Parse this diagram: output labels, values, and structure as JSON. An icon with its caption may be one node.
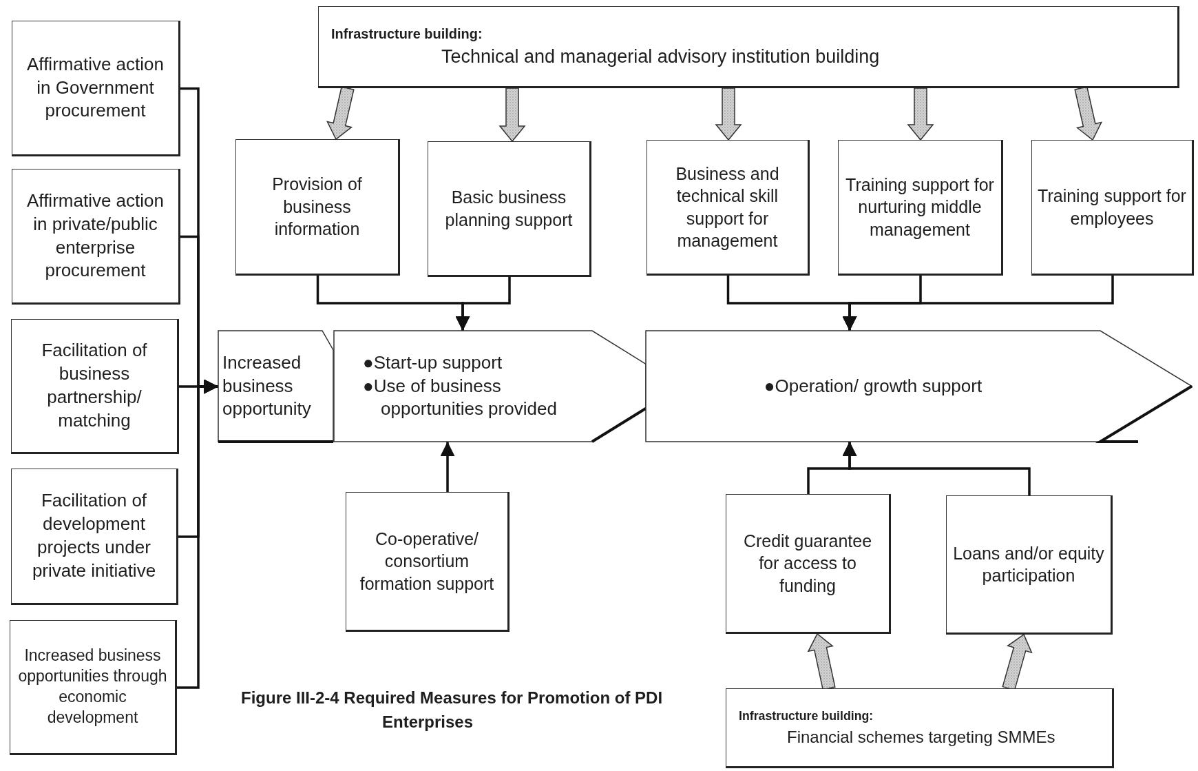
{
  "diagram": {
    "caption": "Figure III-2-4 Required Measures for Promotion of PDI Enterprises",
    "nodes": [
      {
        "text": [
          "Infrastructure building:",
          "Technical and managerial advisory institution building"
        ]
      },
      {
        "text": [
          "Provision of business information"
        ]
      },
      {
        "text": [
          "Basic business planning support"
        ]
      },
      {
        "text": [
          "Business and technical skill support for management"
        ]
      },
      {
        "text": [
          "Training support for nurturing middle management"
        ]
      },
      {
        "text": [
          "Training support for employees"
        ]
      },
      {
        "text": [
          "Affirmative action in Government procurement"
        ]
      },
      {
        "text": [
          "Affirmative action in private/public enterprise procurement"
        ]
      },
      {
        "text": [
          "Facilitation of business partnership/ matching"
        ]
      },
      {
        "text": [
          "Facilitation of development projects under private initiative"
        ]
      },
      {
        "text": [
          "Increased business opportunities through economic development"
        ]
      },
      {
        "text": [
          "Increased business opportunity"
        ]
      },
      {
        "text": [
          "●Start-up support",
          "●Use of business opportunities provided"
        ]
      },
      {
        "text": [
          "●Operation/ growth support"
        ]
      },
      {
        "text": [
          "Co-operative/ consortium formation support"
        ]
      },
      {
        "text": [
          "Credit guarantee for access to funding"
        ]
      },
      {
        "text": [
          "Loans and/or equity participation"
        ]
      },
      {
        "text": [
          "Infrastructure building:",
          "Financial schemes targeting SMMEs"
        ]
      }
    ],
    "edges": [
      {
        "from": 0,
        "to": 1,
        "arrow": "to",
        "style": "thick"
      },
      {
        "from": 0,
        "to": 2,
        "arrow": "to",
        "style": "thick"
      },
      {
        "from": 0,
        "to": 3,
        "arrow": "to",
        "style": "thick"
      },
      {
        "from": 0,
        "to": 4,
        "arrow": "to",
        "style": "thick"
      },
      {
        "from": 0,
        "to": 5,
        "arrow": "to",
        "style": "thick"
      },
      {
        "from": 1,
        "to": 12,
        "arrow": "to"
      },
      {
        "from": 2,
        "to": 12,
        "arrow": "to"
      },
      {
        "from": 3,
        "to": 13,
        "arrow": "to"
      },
      {
        "from": 4,
        "to": 13,
        "arrow": "to"
      },
      {
        "from": 5,
        "to": 13,
        "arrow": "to"
      },
      {
        "from": 6,
        "to": 11,
        "arrow": "to"
      },
      {
        "from": 7,
        "to": 11,
        "arrow": "to"
      },
      {
        "from": 8,
        "to": 11,
        "arrow": "to"
      },
      {
        "from": 9,
        "to": 11,
        "arrow": "to"
      },
      {
        "from": 10,
        "to": 11,
        "arrow": "to"
      },
      {
        "from": 14,
        "to": 12,
        "arrow": "to"
      },
      {
        "from": 15,
        "to": 13,
        "arrow": "to"
      },
      {
        "from": 16,
        "to": 13,
        "arrow": "to"
      },
      {
        "from": 17,
        "to": 15,
        "arrow": "to",
        "style": "thick"
      },
      {
        "from": 17,
        "to": 16,
        "arrow": "to",
        "style": "thick"
      }
    ]
  }
}
